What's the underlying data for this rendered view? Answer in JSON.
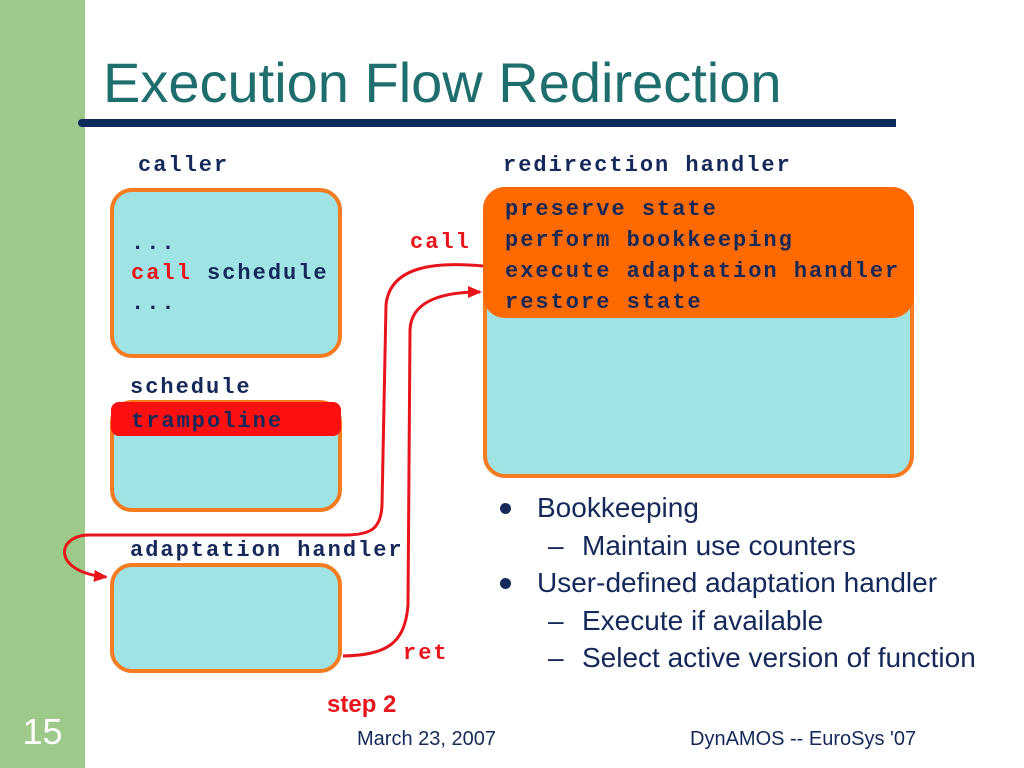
{
  "slide": {
    "title": "Execution Flow Redirection",
    "number": "15",
    "step": "step 2"
  },
  "diagram": {
    "caller": {
      "label": "caller",
      "line1": "...",
      "call_keyword": "call",
      "call_target": "schedule",
      "line3": "..."
    },
    "schedule": {
      "label": "schedule",
      "trampoline": "trampoline"
    },
    "adaptation_handler": {
      "label": "adaptation handler"
    },
    "redirection_handler": {
      "label": "redirection handler",
      "steps": [
        "preserve state",
        "perform bookkeeping",
        "execute adaptation handler",
        "restore state"
      ]
    },
    "arrows": {
      "call_label": "call",
      "ret_label": "ret"
    }
  },
  "bullets": {
    "sub_marker": "–",
    "items": [
      {
        "text": "Bookkeeping",
        "sub": [
          "Maintain use counters"
        ]
      },
      {
        "text": "User-defined adaptation handler",
        "sub": [
          "Execute if available",
          "Select active version of function"
        ]
      }
    ]
  },
  "footer": {
    "date": "March 23, 2007",
    "event": "DynAMOS -- EuroSys '07"
  },
  "colors": {
    "sidebar": "#9dca8b",
    "title": "#1e6e6e",
    "title_rule": "#0d2b5b",
    "text_navy": "#14285a",
    "accent_red": "#e8141c",
    "box_fill": "#9fe3e4",
    "box_border": "#f47b20",
    "handler_header": "#ff6a00",
    "trampoline_bar": "#ff1010"
  }
}
